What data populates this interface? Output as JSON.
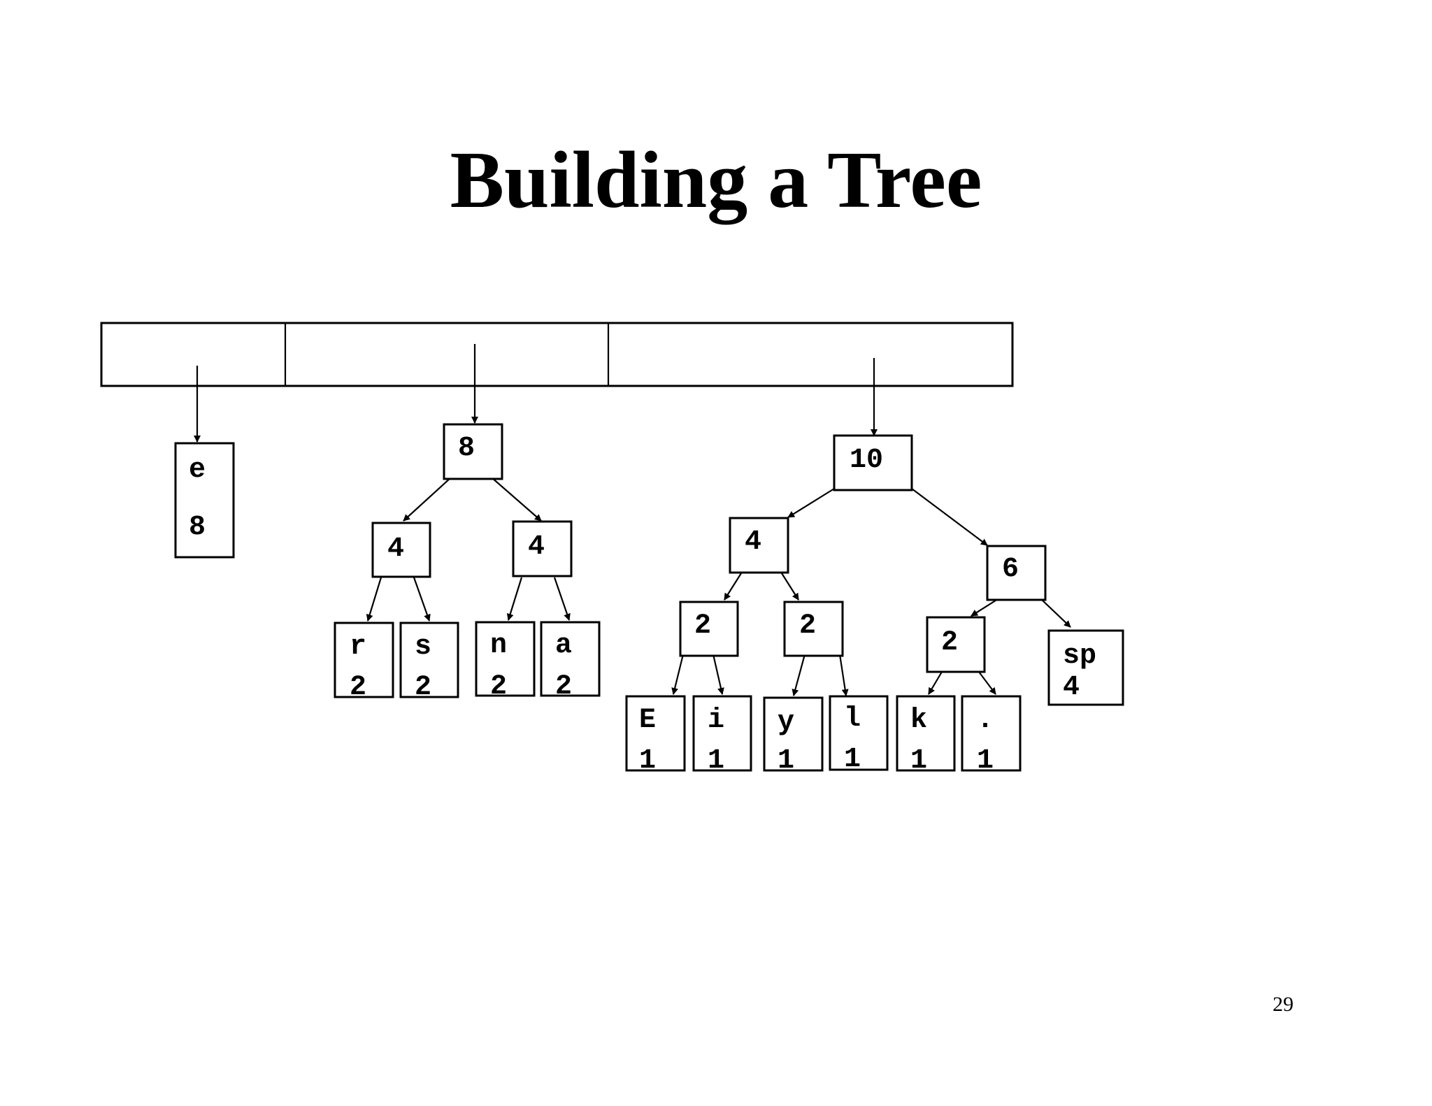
{
  "slide": {
    "title": "Building a Tree",
    "page_number": "29"
  },
  "queue": {
    "cells": 3
  },
  "nodes": {
    "e_leaf": {
      "sym": "e",
      "count": "8"
    },
    "t2_root": "8",
    "t2_left": "4",
    "t2_right": "4",
    "r_leaf": {
      "sym": "r",
      "count": "2"
    },
    "s_leaf": {
      "sym": "s",
      "count": "2"
    },
    "n_leaf": {
      "sym": "n",
      "count": "2"
    },
    "a_leaf": {
      "sym": "a",
      "count": "2"
    },
    "t3_root": "10",
    "t3_left": "4",
    "t3_right": "6",
    "t3_ll": "2",
    "t3_lr": "2",
    "t3_rl": "2",
    "E_leaf": {
      "sym": "E",
      "count": "1"
    },
    "i_leaf": {
      "sym": "i",
      "count": "1"
    },
    "y_leaf": {
      "sym": "y",
      "count": "1"
    },
    "l_leaf": {
      "sym": "l",
      "count": "1"
    },
    "k_leaf": {
      "sym": "k",
      "count": "1"
    },
    "dot_leaf": {
      "sym": ".",
      "count": "1"
    },
    "sp_leaf": {
      "sym": "sp",
      "count": "4"
    }
  }
}
